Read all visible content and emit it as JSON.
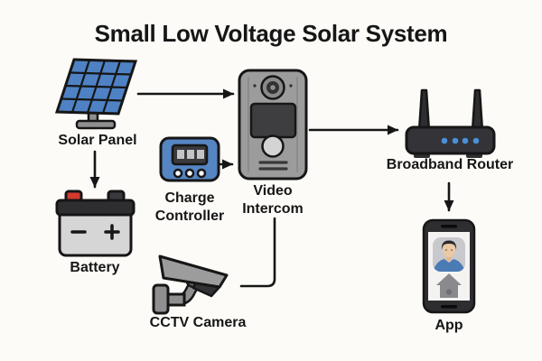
{
  "title": "Small Low Voltage Solar System",
  "nodes": {
    "solar_panel": {
      "label": "Solar Panel"
    },
    "battery": {
      "label": "Battery"
    },
    "charge_controller": {
      "label": "Charge Controller"
    },
    "video_intercom": {
      "label": "Video Intercom"
    },
    "cctv_camera": {
      "label": "CCTV Camera"
    },
    "broadband_router": {
      "label": "Broadband Router"
    },
    "app": {
      "label": "App"
    }
  },
  "connections": [
    {
      "from": "solar_panel",
      "to": "video_intercom",
      "arrow": true
    },
    {
      "from": "solar_panel",
      "to": "battery",
      "arrow": true
    },
    {
      "from": "charge_controller",
      "to": "video_intercom",
      "arrow": true
    },
    {
      "from": "video_intercom",
      "to": "broadband_router",
      "arrow": true
    },
    {
      "from": "broadband_router",
      "to": "app",
      "arrow": true
    },
    {
      "from": "video_intercom",
      "to": "cctv_camera",
      "arrow": false
    }
  ],
  "colors": {
    "background": "#FCFBF7",
    "text": "#161616",
    "outline": "#161616",
    "panel-blue": "#4E82C4",
    "controller-blue": "#5585C2",
    "battery-red": "#D43A2F",
    "battery-gray": "#D6D6D6",
    "device-gray": "#9C9C9C",
    "dark-gray": "#333338",
    "led-blue": "#4A90D9",
    "shirt-blue": "#4A7BB5",
    "skin": "#EBC9A4"
  }
}
